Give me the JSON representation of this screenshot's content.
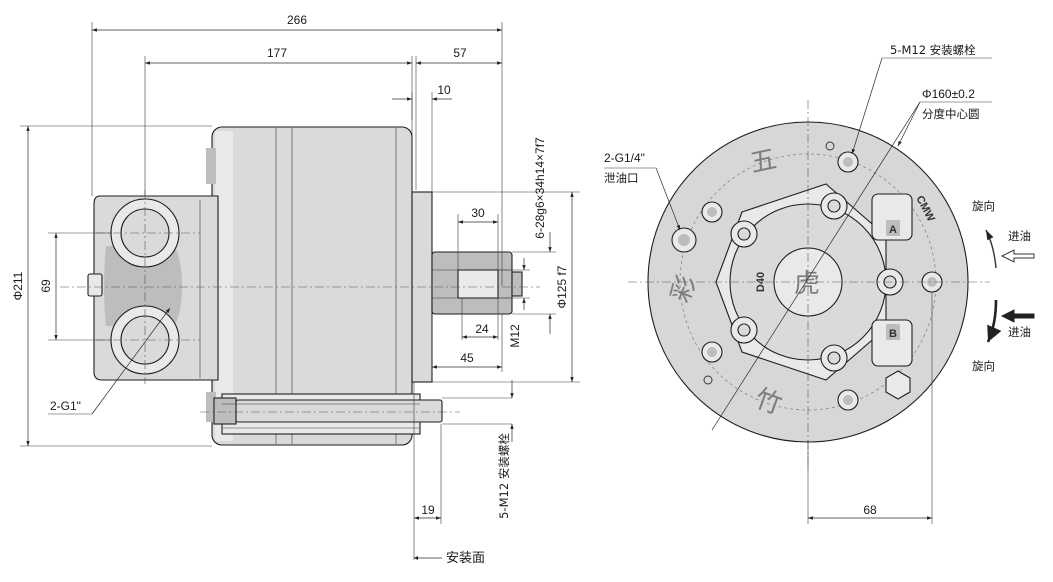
{
  "colors": {
    "ink": "#1e1e1e",
    "body": "#dadada",
    "shadow": "#bdbdbd",
    "highlight": "#e9e9e9",
    "background": "#ffffff"
  },
  "side_view": {
    "dim_overall_length": "266",
    "dim_flange_to_ports": "177",
    "dim_shaft_extension": "57",
    "dim_pilot": "10",
    "dim_key_length": "30",
    "dim_thread_depth": "24",
    "dim_shaft_length": "45",
    "dim_flange_offset": "19",
    "dim_body_diameter": "Φ211",
    "dim_port_spacing": "69",
    "dim_pilot_diameter": "Φ125 f7",
    "spline_spec": "6-28g6×34h14×7f7",
    "center_thread": "M12",
    "main_ports": "2-G1\"",
    "mounting_bolts": "5-M12 安装螺栓",
    "mounting_face": "安装面"
  },
  "front_view": {
    "mounting_bolts": "5-M12 安装螺栓",
    "pitch_circle": "Φ160±0.2",
    "pitch_circle_label": "分度中心圆",
    "drain_port": "2-G1/4\"",
    "drain_label": "泄油口",
    "dim_port_offset": "68",
    "rotation_label": "旋向",
    "oil_in_label": "进油",
    "port_a": "A",
    "port_b": "B",
    "displacement_mark": "D40",
    "brand_mark": "CMW",
    "emboss_chars": [
      "五",
      "彩",
      "竹",
      "虎"
    ]
  }
}
